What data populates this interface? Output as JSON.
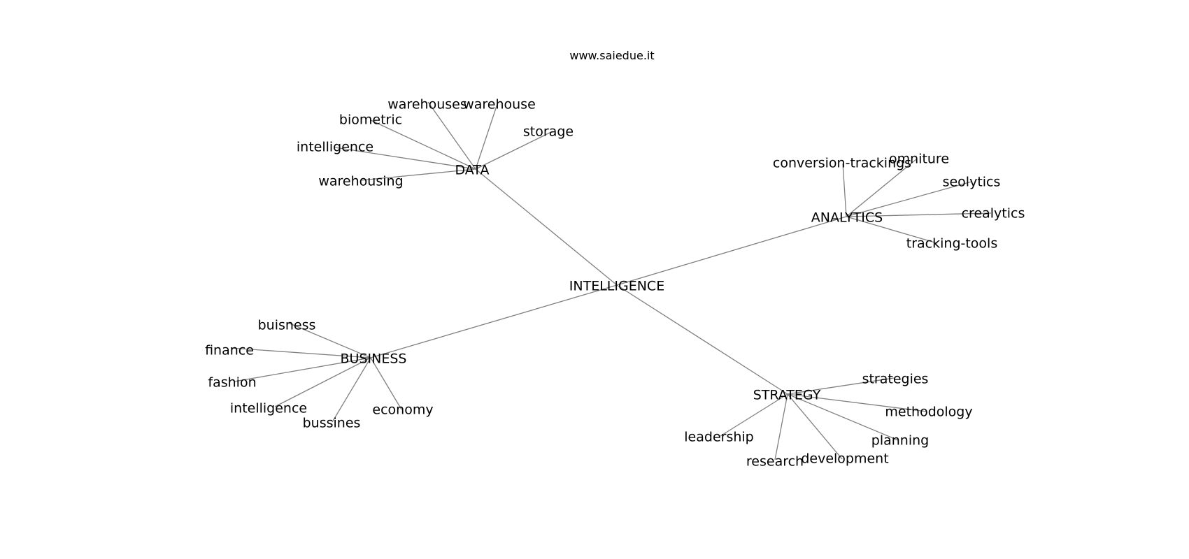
{
  "header": {
    "watermark": "www.saiedue.it"
  },
  "mindmap": {
    "root": "INTELLIGENCE",
    "branches": [
      {
        "label": "DATA",
        "children": [
          "warehouses",
          "warehouse",
          "biometric",
          "storage",
          "intelligence",
          "warehousing"
        ]
      },
      {
        "label": "ANALYTICS",
        "children": [
          "conversion-trackings",
          "omniture",
          "seolytics",
          "crealytics",
          "tracking-tools"
        ]
      },
      {
        "label": "BUSINESS",
        "children": [
          "buisness",
          "finance",
          "fashion",
          "intelligence",
          "bussines",
          "economy"
        ]
      },
      {
        "label": "STRATEGY",
        "children": [
          "strategies",
          "methodology",
          "planning",
          "development",
          "research",
          "leadership"
        ]
      }
    ],
    "colors": {
      "edge": "#808080",
      "text": "#000000",
      "background": "#ffffff"
    }
  }
}
